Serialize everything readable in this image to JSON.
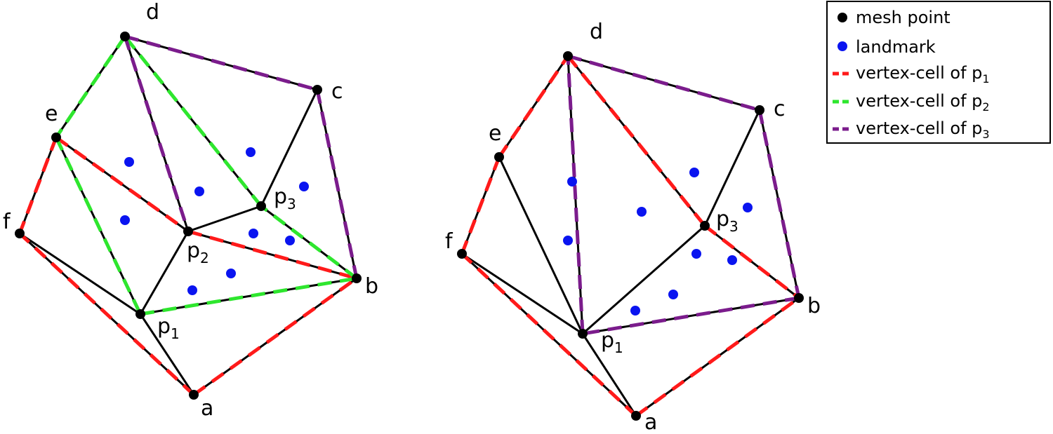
{
  "colors": {
    "mesh_point": "#000000",
    "landmark": "#0a14f0",
    "cell_p1": "#ff1a1a",
    "cell_p2": "#2ee62e",
    "cell_p3": "#7b1c8c",
    "edge": "#000000"
  },
  "legend": {
    "mesh_point": "mesh point",
    "landmark": "landmark",
    "cell_prefix": "vertex-cell of p",
    "cell_p1_sub": "1",
    "cell_p2_sub": "2",
    "cell_p3_sub": "3"
  },
  "meshes": [
    {
      "vertex_labels": {
        "a": "a",
        "b": "b",
        "c": "c",
        "d": "d",
        "e": "e",
        "f": "f",
        "p1": "p",
        "p1_sub": "1",
        "p2": "p",
        "p2_sub": "2",
        "p3": "p",
        "p3_sub": "3"
      }
    },
    {
      "vertex_labels": {
        "a": "a",
        "b": "b",
        "c": "c",
        "d": "d",
        "e": "e",
        "f": "f",
        "p1": "p",
        "p1_sub": "1",
        "p3": "p",
        "p3_sub": "3"
      }
    }
  ]
}
